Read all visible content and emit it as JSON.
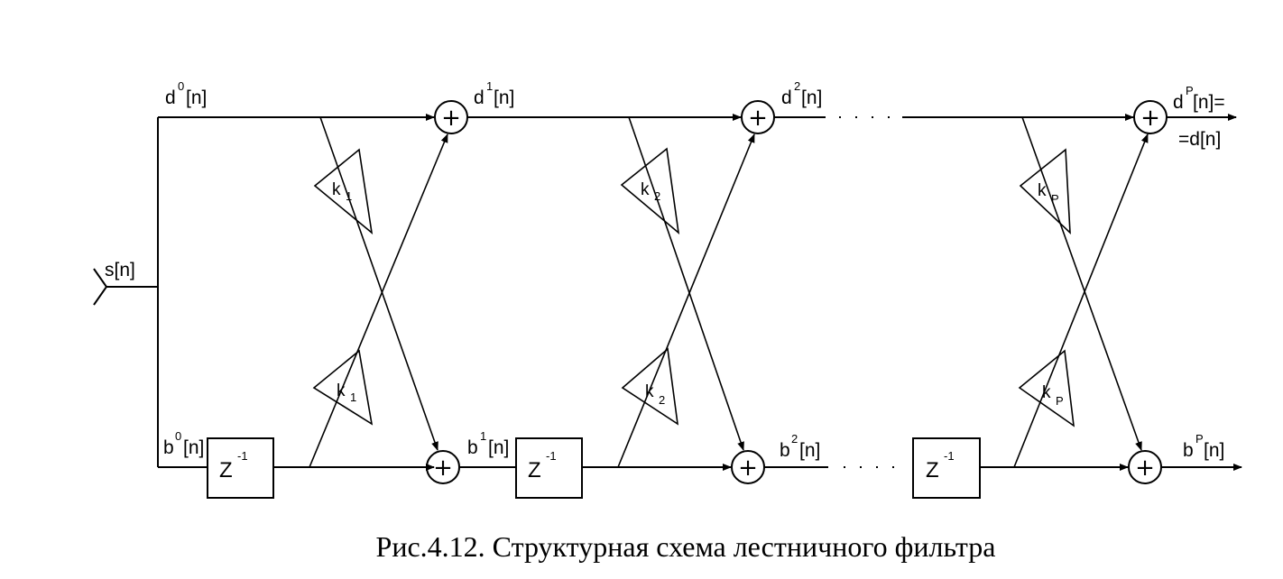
{
  "signals": {
    "input": "s[n]",
    "d0_base": "d",
    "d0_sup": "0",
    "d0_arg": "[n]",
    "d1_base": "d",
    "d1_sup": "1",
    "d1_arg": "[n]",
    "d2_base": "d",
    "d2_sup": "2",
    "d2_arg": "[n]",
    "dP_base": "d",
    "dP_sup": "P",
    "dP_arg": "[n]=",
    "dP_eq": "=d[n]",
    "b0_base": "b",
    "b0_sup": "0",
    "b0_arg": "[n]",
    "b1_base": "b",
    "b1_sup": "1",
    "b1_arg": "[n]",
    "b2_base": "b",
    "b2_sup": "2",
    "b2_arg": "[n]",
    "bP_base": "b",
    "bP_sup": "P",
    "bP_arg": "[n]"
  },
  "gains": {
    "k1_base": "k",
    "k1_sub": "1",
    "k2_base": "k",
    "k2_sub": "2",
    "kP_base": "k",
    "kP_sub": "P"
  },
  "delay": {
    "base": "Z",
    "exp": "-1"
  },
  "adder_symbol": "+",
  "caption": "Рис.4.12. Структурная схема лестничного фильтра"
}
